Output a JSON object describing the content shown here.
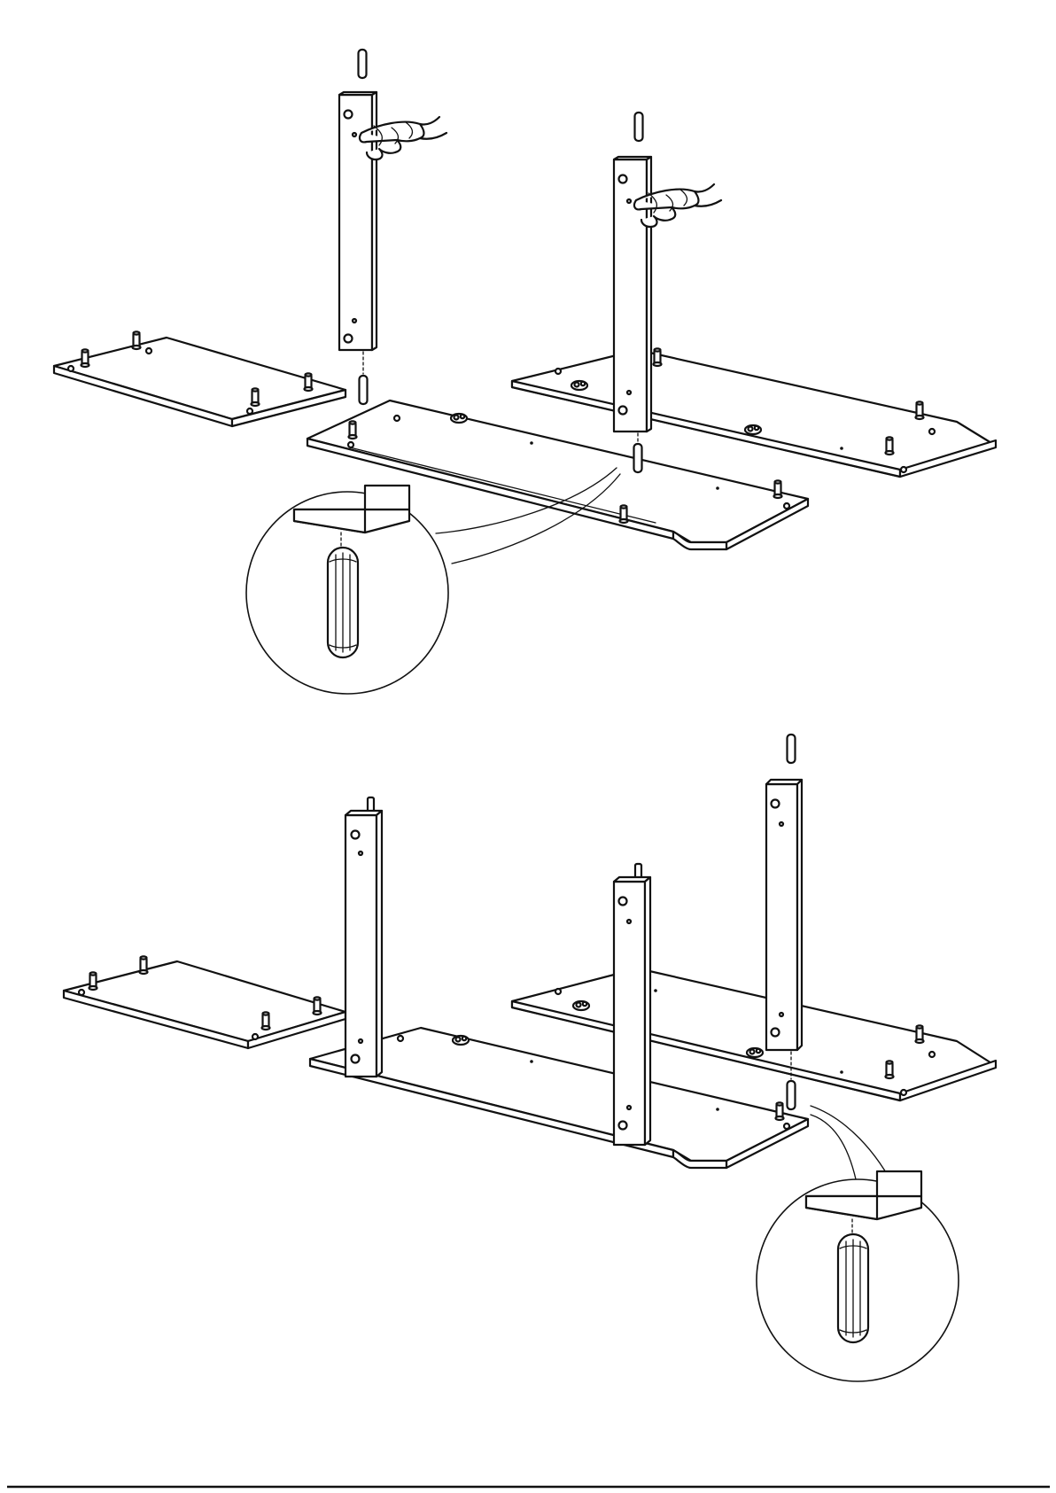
{
  "page": {
    "background": "#ffffff",
    "line_color": "#111111"
  },
  "steps": [
    {
      "name": "step-1",
      "description_icons": [
        "pointing-hand-icon",
        "wood-dowel-icon",
        "magnifier-callout-icon"
      ],
      "panels": [
        "side-panel",
        "bottom-panel",
        "back-panel"
      ],
      "posts_with_hand": 2
    },
    {
      "name": "step-2",
      "description_icons": [
        "wood-dowel-icon",
        "magnifier-callout-icon"
      ],
      "panels": [
        "side-panel",
        "bottom-panel",
        "back-panel"
      ],
      "posts": 3
    }
  ]
}
